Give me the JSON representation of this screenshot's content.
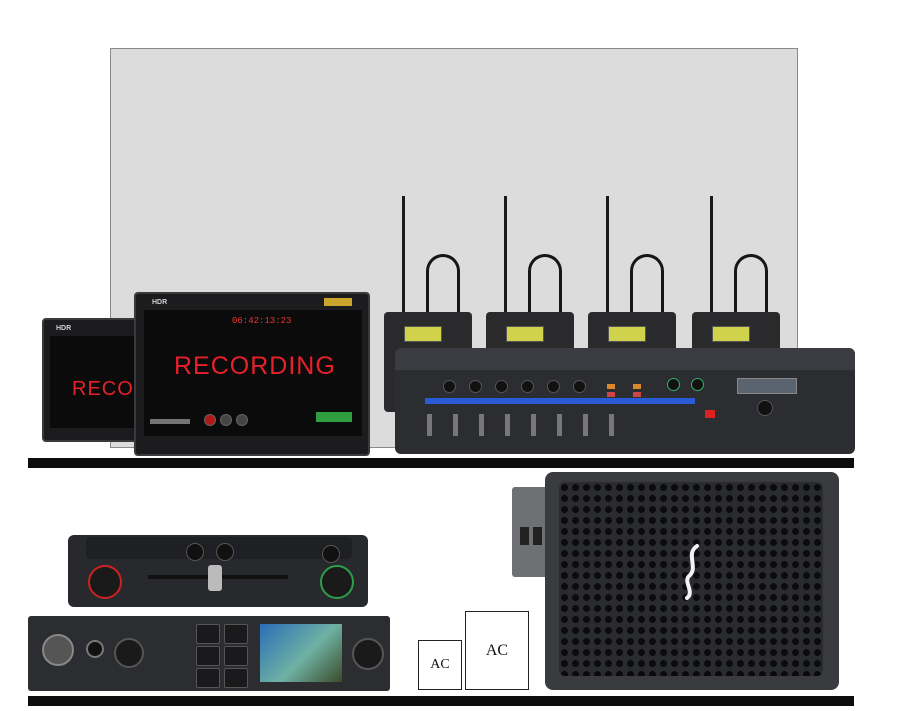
{
  "monitor_large": {
    "screen_text": "RECORDING",
    "hdr_label": "HDR",
    "timecode": "06:42:13:23"
  },
  "monitor_small": {
    "screen_text": "RECO",
    "hdr_label": "HDR"
  },
  "ac_small": {
    "label": "AC"
  },
  "ac_large": {
    "label": "AC"
  },
  "colors": {
    "backboard": "#dcdcdc",
    "shelf": "#0d0d0d",
    "recording_red": "#e8202a",
    "device_dark": "#2a2a2c"
  },
  "icons": [
    "antenna-icon",
    "thunderbolt-logo-icon",
    "xlr-input-icon",
    "headphone-icon"
  ]
}
